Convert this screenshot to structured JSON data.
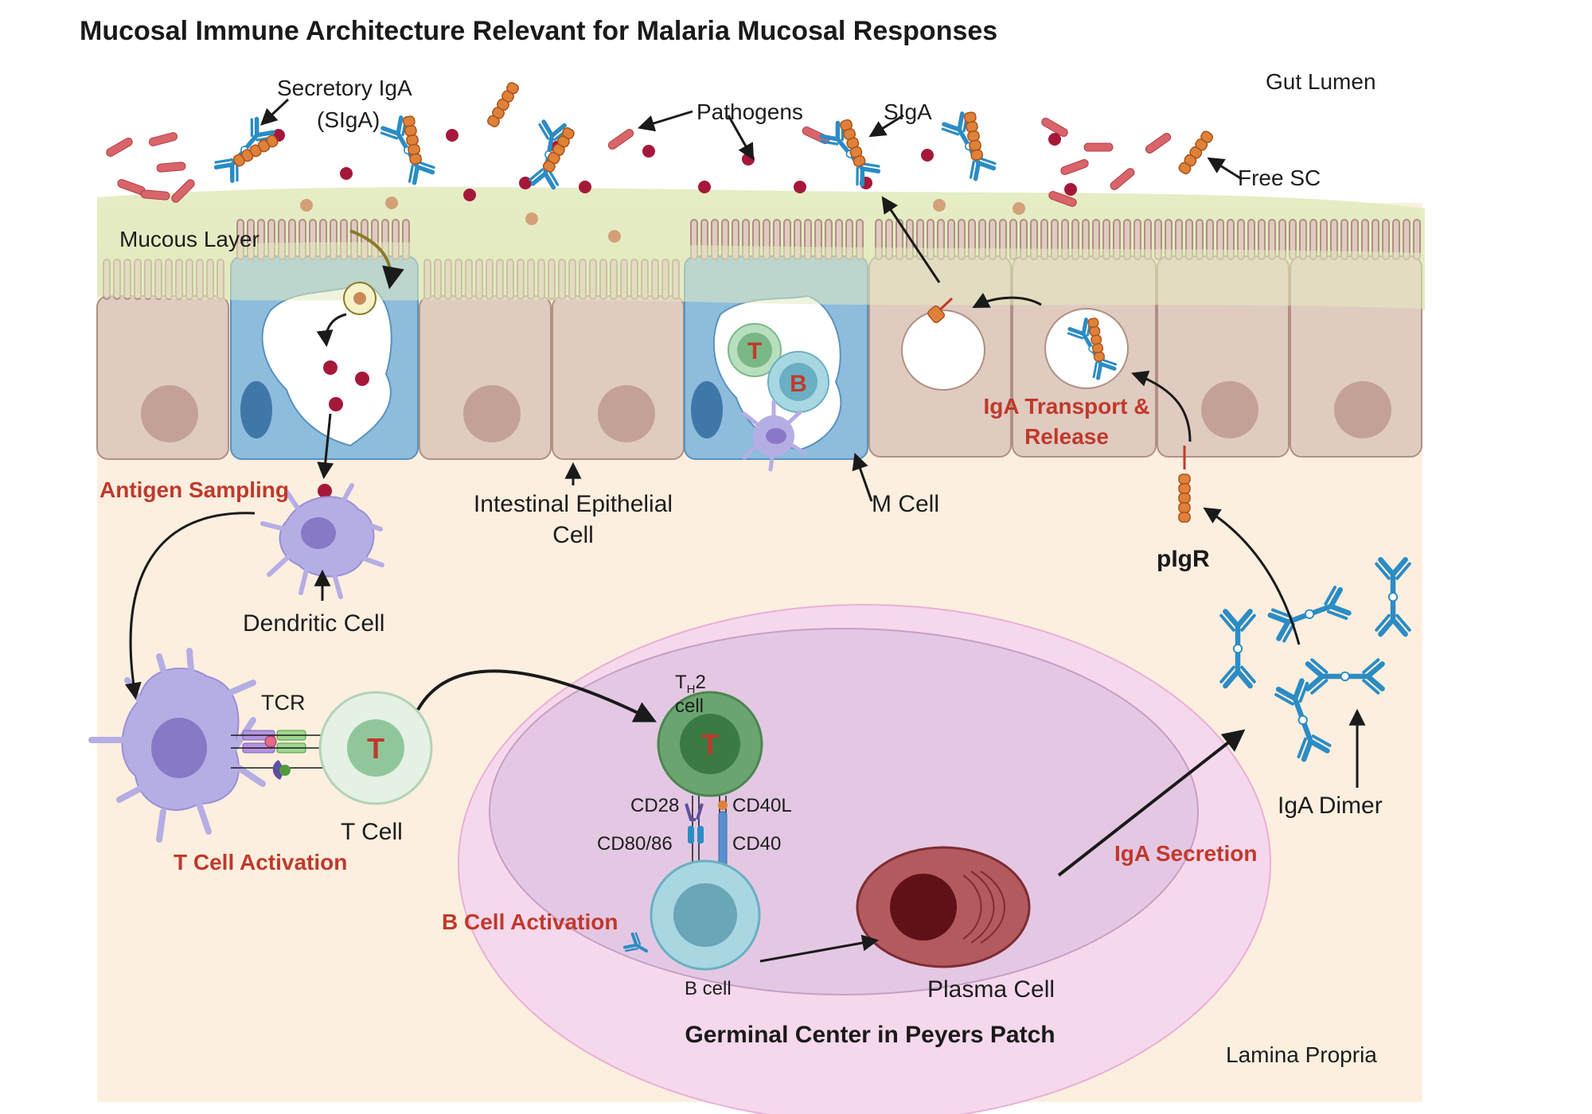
{
  "title": "Mucosal Immune Architecture Relevant for Malaria Mucosal Responses",
  "regions": {
    "gut_lumen": "Gut Lumen",
    "lamina_propria": "Lamina Propria",
    "mucous_layer": "Mucous Layer"
  },
  "labels": {
    "siga_line1": "Secretory IgA",
    "siga_line2": "(SIgA)",
    "pathogens": "Pathogens",
    "siga_short": "SIgA",
    "free_sc": "Free SC",
    "antigen_sampling": "Antigen Sampling",
    "iec_line1": "Intestinal Epithelial",
    "iec_line2": "Cell",
    "m_cell": "M Cell",
    "iga_transport_line1": "IgA Transport &",
    "iga_transport_line2": "Release",
    "pigr": "pIgR",
    "dendritic_cell": "Dendritic Cell",
    "tcr": "TCR",
    "t_cell": "T Cell",
    "t_cell_activation": "T Cell Activation",
    "th2_t": "T",
    "th2_sub": "H",
    "th2_2": "2",
    "th2_cell": "cell",
    "cd28": "CD28",
    "cd40l": "CD40L",
    "cd8086": "CD80/86",
    "cd40": "CD40",
    "b_cell_activation": "B Cell Activation",
    "b_cell": "B cell",
    "plasma_cell": "Plasma Cell",
    "iga_secretion": "IgA Secretion",
    "iga_dimer": "IgA Dimer",
    "germinal_center": "Germinal Center in Peyers Patch",
    "t_letter": "T",
    "b_letter": "B"
  },
  "colors": {
    "title": "#1a1a1a",
    "accent_red": "#c0392b",
    "lamina": "#fcefdf",
    "mucus": "#e3ebc0",
    "epithelium": "#e0cbc1",
    "m_cell": "#8dbcdd",
    "antibody": "#2b8cc4",
    "secretory_component": "#e0813a",
    "pathogen_rod": "#d9646a",
    "pathogen_dot": "#a5183a",
    "germinal_outer": "#f6d8ec",
    "germinal_inner": "#e4c8e3",
    "dendritic": "#b5aee4",
    "t_cell": "#c9e6cd",
    "b_cell": "#a8d7e2",
    "plasma": "#b35a5e"
  }
}
